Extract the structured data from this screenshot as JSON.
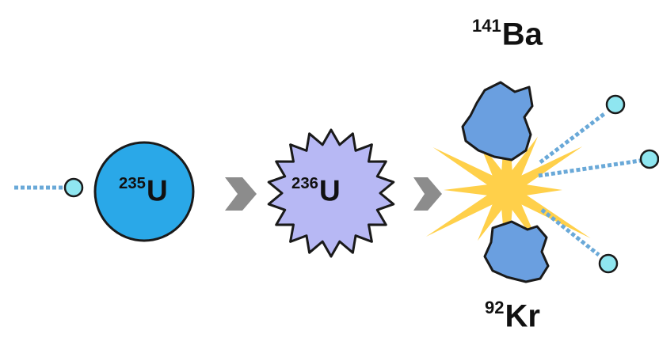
{
  "colors": {
    "neutron": "#8fe6f0",
    "neutron_trail": "#6aa9d8",
    "u235_fill": "#2aa8e8",
    "u236_fill": "#b7b8f4",
    "fragment_fill": "#6a9fe0",
    "burst": "#ffd04a",
    "arrow": "#8c8c8c",
    "outline": "#1a1a1a"
  },
  "nuclei": {
    "u235": {
      "mass": "235",
      "symbol": "U"
    },
    "u236": {
      "mass": "236",
      "symbol": "U"
    },
    "ba": {
      "mass": "141",
      "symbol": "Ba"
    },
    "kr": {
      "mass": "92",
      "symbol": "Kr"
    }
  },
  "icons": [
    "incoming-neutron-icon",
    "process-arrow-icon",
    "fission-burst-icon",
    "emitted-neutron-icon"
  ]
}
